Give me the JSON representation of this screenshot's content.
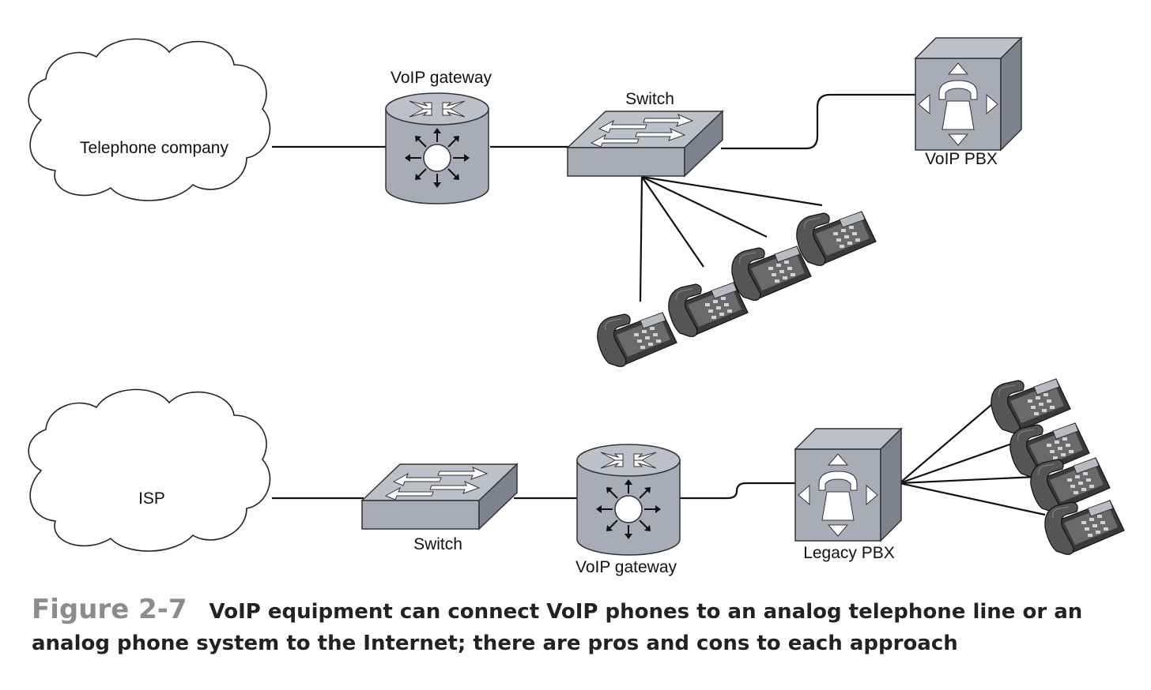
{
  "labels": {
    "telco": "Telephone company",
    "gw_top": "VoIP gateway",
    "switch_top": "Switch",
    "voip_pbx": "VoIP PBX",
    "isp": "ISP",
    "switch_bottom": "Switch",
    "gw_bottom": "VoIP gateway",
    "legacy_pbx": "Legacy PBX"
  },
  "caption": {
    "figure_label": "Figure 2-7",
    "text": "VoIP equipment can connect VoIP phones to an analog telephone line or an analog phone system to the Internet; there are pros and cons to each approach"
  },
  "colors": {
    "device_fill": "#a8acb6",
    "device_dark": "#7e828c",
    "line": "#111111",
    "caption_figure": "#8c8c8c"
  }
}
